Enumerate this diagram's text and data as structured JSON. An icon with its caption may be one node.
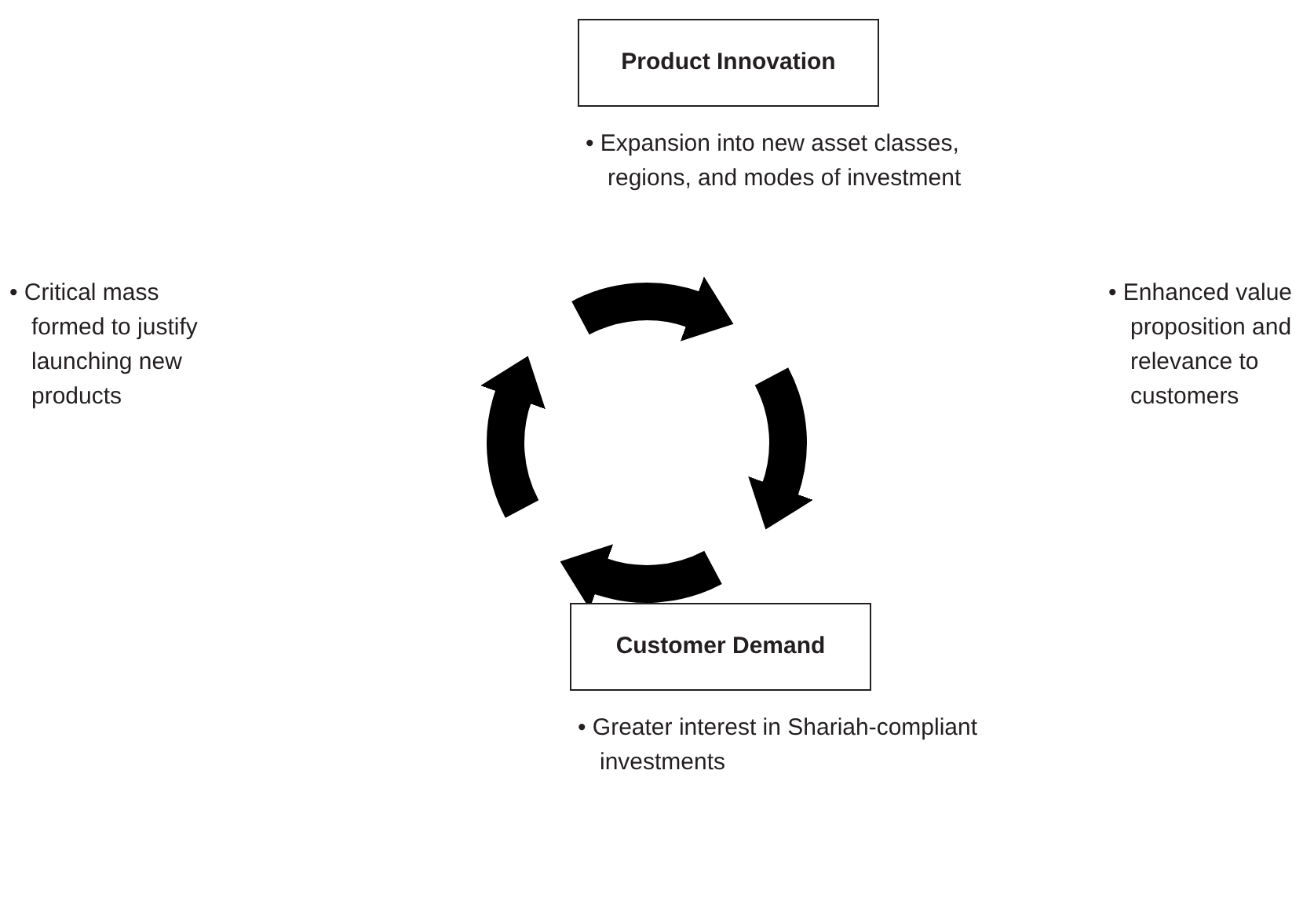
{
  "diagram": {
    "nodes": [
      {
        "text": [
          "Product Innovation"
        ],
        "beside": [
          "• Expansion into new asset classes, regions, and modes of investment"
        ]
      },
      {
        "text": [
          "• Enhanced value proposition and relevance to customers"
        ]
      },
      {
        "text": [
          "Customer Demand"
        ],
        "beside": [
          "• Greater interest in Shariah-compliant investments"
        ]
      },
      {
        "text": [
          "• Critical mass formed to justify launching new products"
        ]
      }
    ]
  }
}
